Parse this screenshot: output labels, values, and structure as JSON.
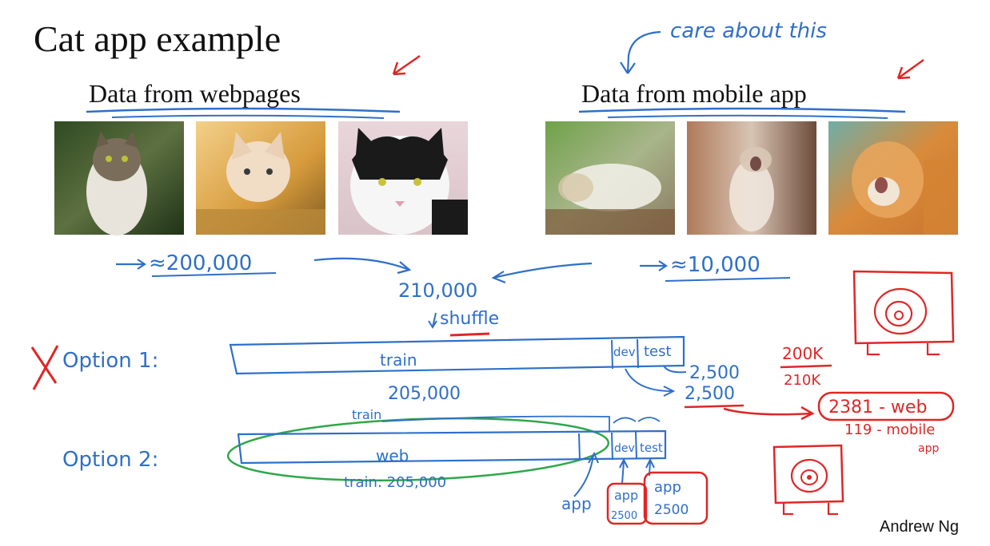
{
  "slide": {
    "title": "Cat app example",
    "author": "Andrew Ng"
  },
  "sections": {
    "web": {
      "heading": "Data from webpages",
      "photos": [
        "tabby-cat-photo",
        "ginger-kitten-photo",
        "black-white-cat-photo"
      ],
      "count_note": "≈200,000"
    },
    "mobile": {
      "heading": "Data from mobile app",
      "photos": [
        "blurry-white-cat-photo",
        "blurry-yawning-cat-photo",
        "blurry-orange-cat-photo"
      ],
      "count_note": "≈10,000",
      "care_note": "care about this"
    }
  },
  "annotations": {
    "total": "210,000",
    "shuffle": "shuffle",
    "option1": {
      "label": "Option 1:",
      "train": "train",
      "dev": "dev",
      "test": "test",
      "train_size": "205,000",
      "dev_size": "2,500",
      "test_size": "2,500"
    },
    "option2": {
      "label": "Option 2:",
      "web": "web",
      "train_tag": "train",
      "train_size": "train: 205,000",
      "dev": "dev",
      "test": "test",
      "app_label": "app",
      "dev_app": "app",
      "dev_size": "2500",
      "test_app": "app",
      "test_size": "2500"
    },
    "ratio": {
      "top": "200K",
      "bottom": "210K"
    },
    "breakdown": {
      "web": "2381 - web",
      "mobile": "119 - mobile",
      "mobile_suffix": "app"
    }
  },
  "colors": {
    "pen_blue": "#2f6fc9",
    "pen_red": "#e02626",
    "pen_green": "#2ea84a",
    "text": "#111111"
  }
}
